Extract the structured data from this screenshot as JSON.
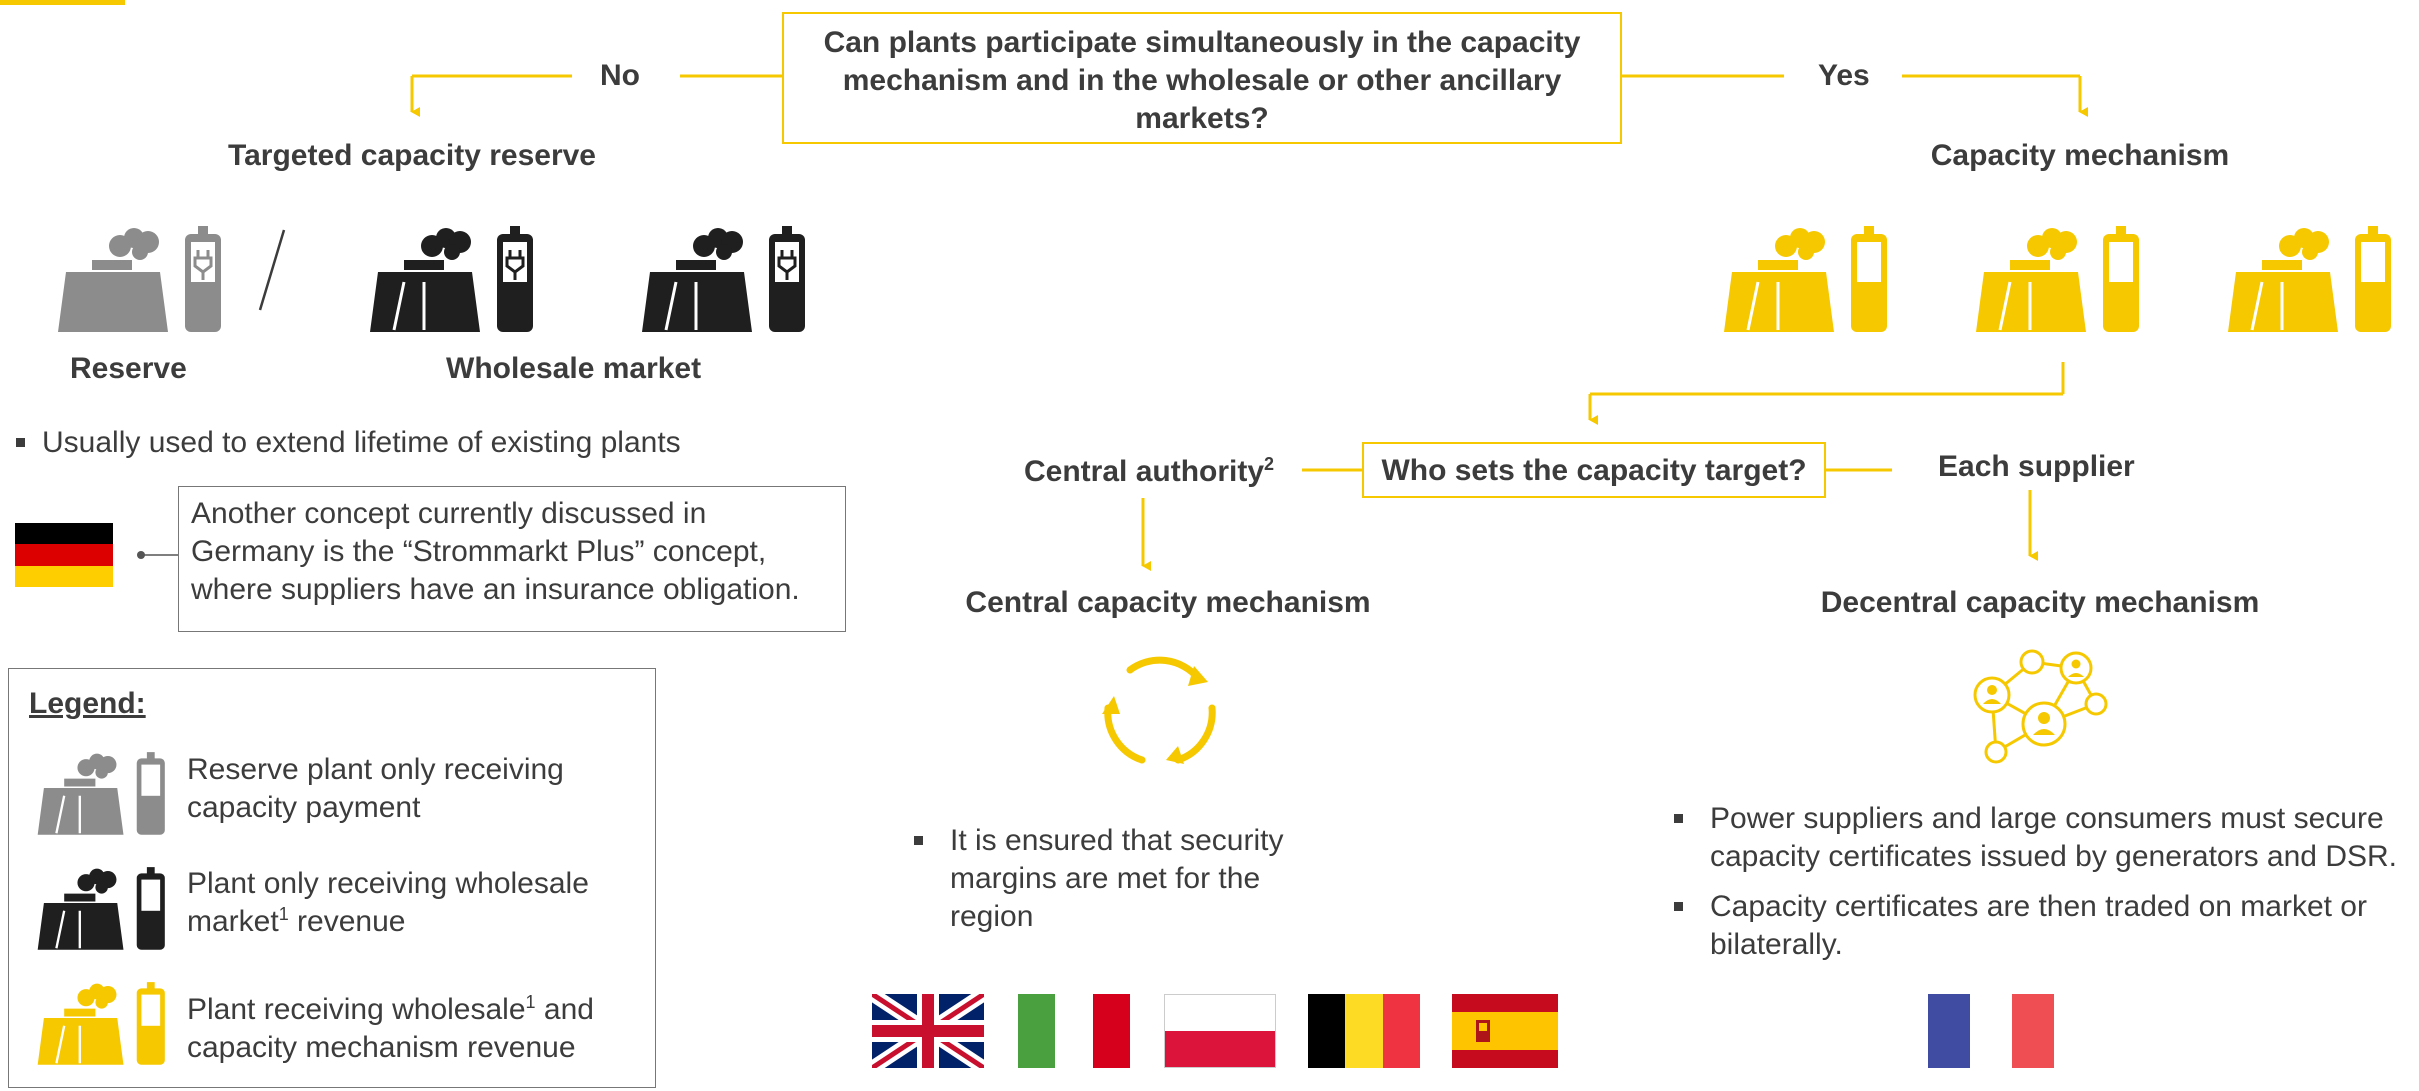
{
  "colors": {
    "accent": "#f5c800",
    "reserve": "#8c8c8c",
    "wholesale": "#1f1f1f",
    "text": "#3c3c3c"
  },
  "question": {
    "text": "Can plants participate simultaneously in the capacity mechanism and in the wholesale or other ancillary markets?"
  },
  "branches": {
    "no": "No",
    "yes": "Yes"
  },
  "left": {
    "title": "Targeted capacity reserve",
    "reserve_label": "Reserve",
    "wholesale_label": "Wholesale market",
    "bullet": "Usually used to extend lifetime of existing plants",
    "germany_note": "Another concept currently discussed in Germany is the “Strommarkt Plus” concept, where suppliers have an insurance obligation."
  },
  "right": {
    "title": "Capacity mechanism",
    "question": "Who sets the capacity target?",
    "central": {
      "label": "Central authority",
      "sup": "2",
      "title": "Central capacity mechanism",
      "bullet": "It is ensured that security margins are met for the region"
    },
    "decentral": {
      "label": "Each supplier",
      "title": "Decentral capacity mechanism",
      "bullets": [
        "Power suppliers and large consumers must secure capacity certificates issued by generators and DSR.",
        "Capacity certificates are then traded on market or bilaterally."
      ]
    }
  },
  "legend": {
    "title": "Legend:",
    "items": [
      {
        "pre": "Reserve plant only receiving capacity payment",
        "sup": "",
        "post": ""
      },
      {
        "pre": "Plant only receiving wholesale market",
        "sup": "1",
        "post": " revenue"
      },
      {
        "pre": "Plant receiving wholesale",
        "sup": "1",
        "post": " and capacity mechanism revenue"
      }
    ]
  },
  "icons": {
    "plant": "power-plant-icon",
    "battery": "battery-icon",
    "cycle": "cycle-arrows-icon",
    "network": "people-network-icon"
  }
}
